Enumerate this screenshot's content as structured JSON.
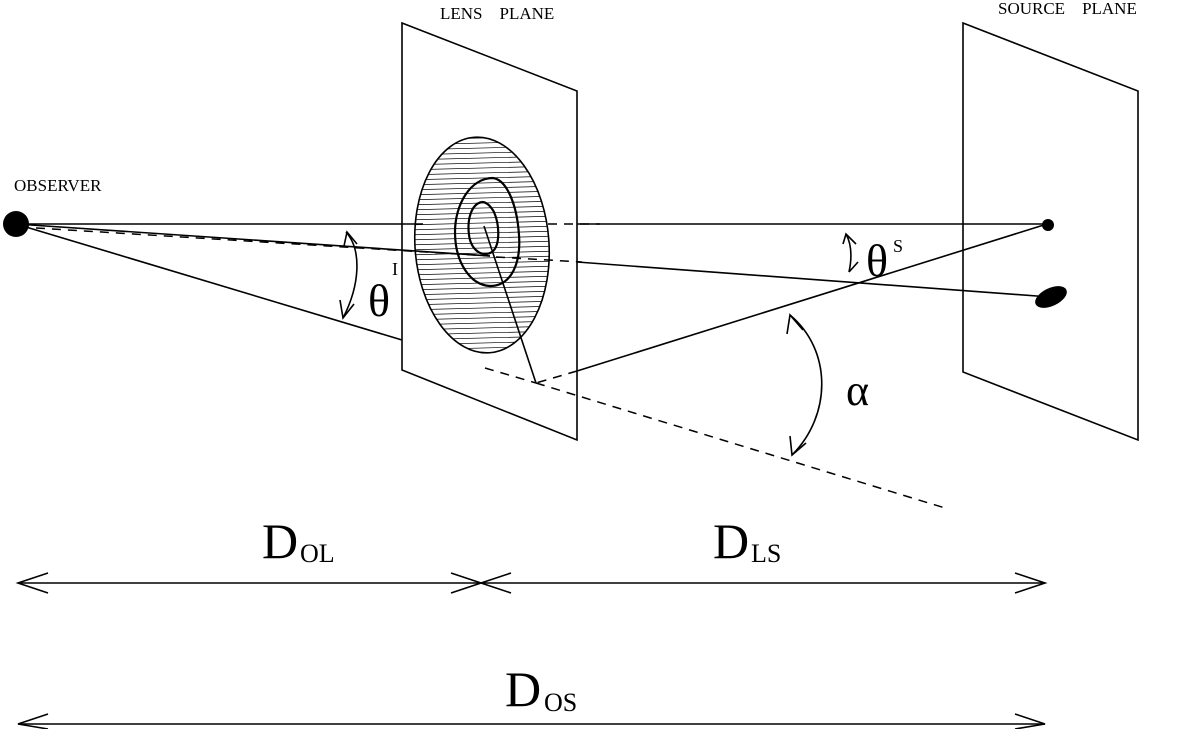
{
  "labels": {
    "lens_plane": "LENS    PLANE",
    "source_plane": "SOURCE    PLANE",
    "observer": "OBSERVER",
    "theta_i_symbol": "θ",
    "theta_i_sup": "I",
    "theta_s_symbol": "θ",
    "theta_s_sup": "S",
    "alpha": "α",
    "d_ol_main": "D",
    "d_ol_sub": "OL",
    "d_ls_main": "D",
    "d_ls_sub": "LS",
    "d_os_main": "D",
    "d_os_sub": "OS"
  }
}
